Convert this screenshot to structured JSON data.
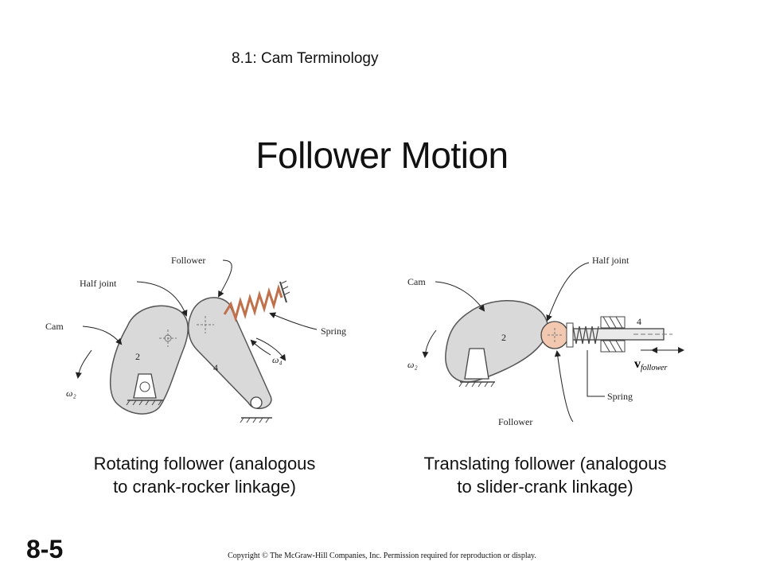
{
  "header": {
    "section_title": "8.1: Cam Terminology"
  },
  "title": "Follower Motion",
  "left_figure": {
    "labels": {
      "follower": "Follower",
      "half_joint": "Half joint",
      "cam": "Cam",
      "spring": "Spring",
      "link2": "2",
      "link4": "4",
      "omega2": "ω₂",
      "omega4": "ω₄"
    },
    "caption_line1": "Rotating follower (analogous",
    "caption_line2": "to crank-rocker linkage)"
  },
  "right_figure": {
    "labels": {
      "cam": "Cam",
      "half_joint": "Half joint",
      "spring": "Spring",
      "follower": "Follower",
      "link2": "2",
      "link4": "4",
      "omega2": "ω₂",
      "v_follower": "v",
      "v_sub": "follower"
    },
    "caption_line1": "Translating follower (analogous",
    "caption_line2": "to slider-crank linkage)"
  },
  "footer": {
    "slide_number": "8-5",
    "copyright": "Copyright © The McGraw-Hill Companies, Inc. Permission required for reproduction or display."
  }
}
